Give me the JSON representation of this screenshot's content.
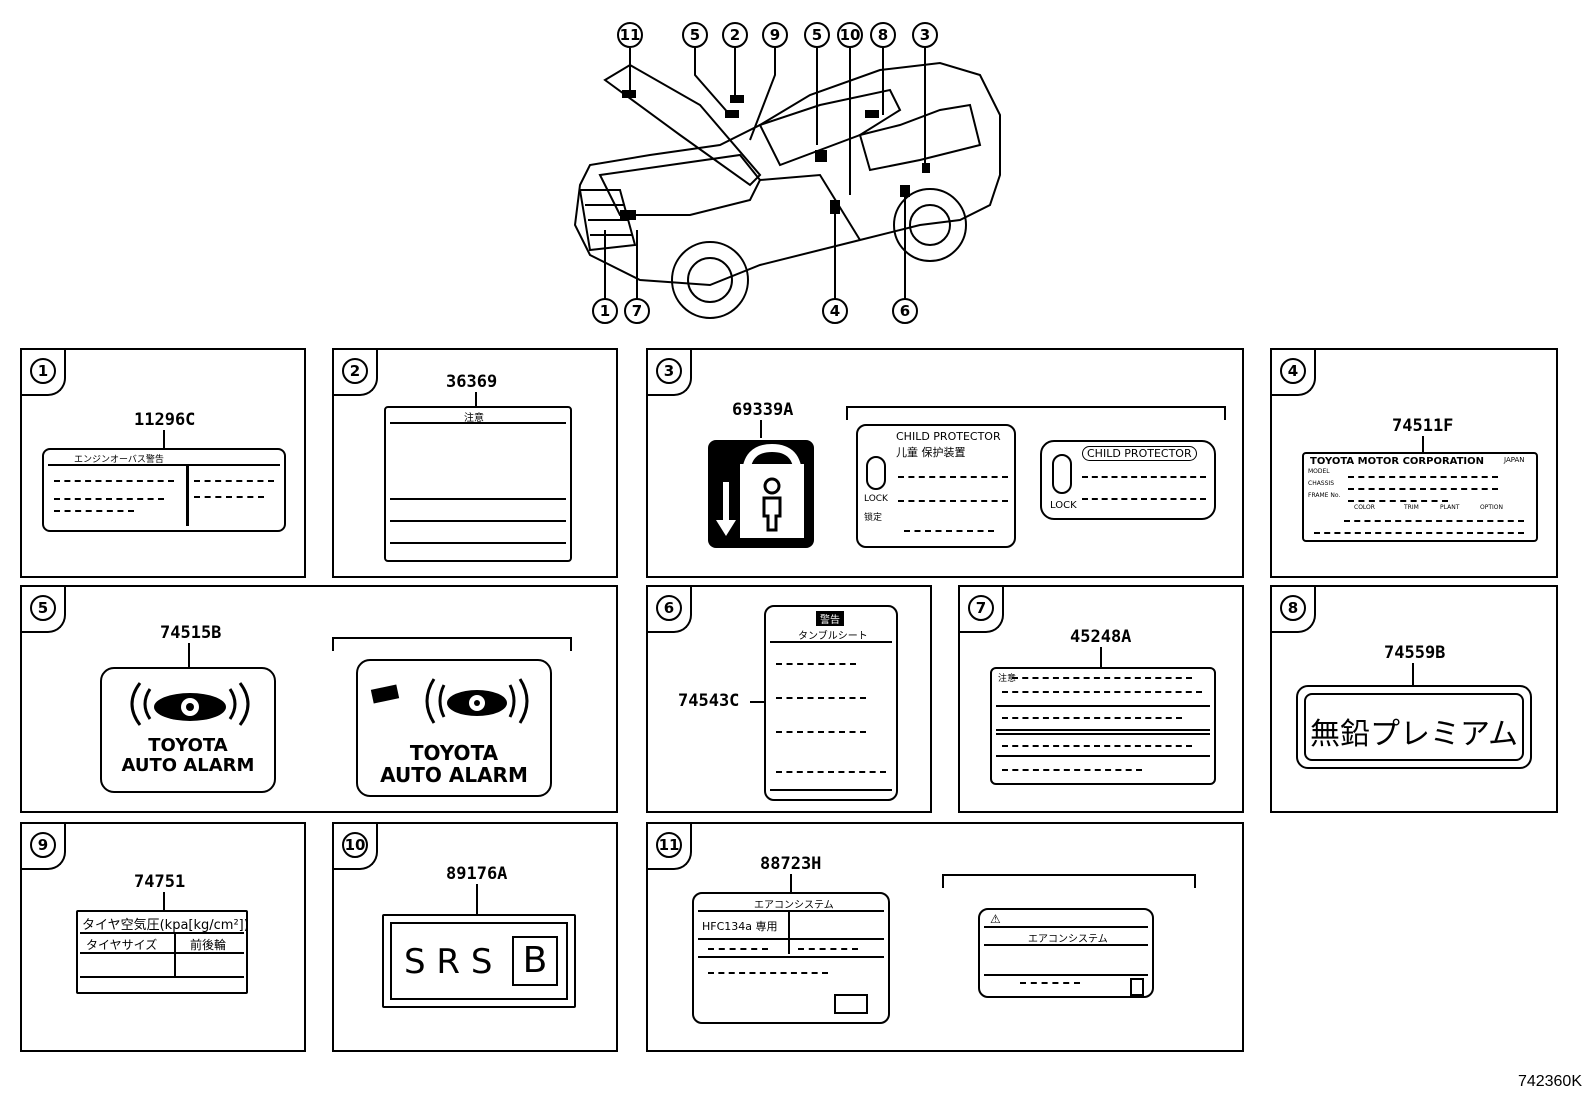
{
  "figure_id": "742360K",
  "car_callouts": [
    "11",
    "5",
    "2",
    "9",
    "5",
    "10",
    "8",
    "3",
    "1",
    "7",
    "4",
    "6"
  ],
  "panels": [
    {
      "no": "1",
      "part": "11296C",
      "texts": [
        "エンジンオーバス警告"
      ]
    },
    {
      "no": "2",
      "part": "36369",
      "texts": [
        "注意"
      ]
    },
    {
      "no": "3",
      "part": "69339A",
      "texts": [
        "CHILD PROTECTOR",
        "儿童 保护装置",
        "LOCK",
        "锁定",
        "CHILD PROTECTOR",
        "LOCK"
      ]
    },
    {
      "no": "4",
      "part": "74511F",
      "texts": [
        "TOYOTA MOTOR CORPORATION",
        "JAPAN",
        "MODEL",
        "CHASSIS",
        "FRAME No.",
        "COLOR",
        "TRIM",
        "PLANT",
        "OPTION"
      ]
    },
    {
      "no": "5",
      "part": "74515B",
      "texts": [
        "TOYOTA",
        "AUTO ALARM",
        "TOYOTA",
        "AUTO ALARM"
      ]
    },
    {
      "no": "6",
      "part": "74543C",
      "texts": [
        "警告",
        "タンブルシート"
      ]
    },
    {
      "no": "7",
      "part": "45248A",
      "texts": [
        "注意"
      ]
    },
    {
      "no": "8",
      "part": "74559B",
      "texts": [
        "無鉛プレミアム"
      ]
    },
    {
      "no": "9",
      "part": "74751",
      "texts": [
        "タイヤ空気圧(kpa[kg/cm²])",
        "タイヤサイズ",
        "前後輪"
      ]
    },
    {
      "no": "10",
      "part": "89176A",
      "texts": [
        "S R S",
        "B"
      ]
    },
    {
      "no": "11",
      "part": "88723H",
      "texts": [
        "エアコンシステム",
        "HFC134a 専用",
        "エアコンシステム"
      ]
    }
  ]
}
